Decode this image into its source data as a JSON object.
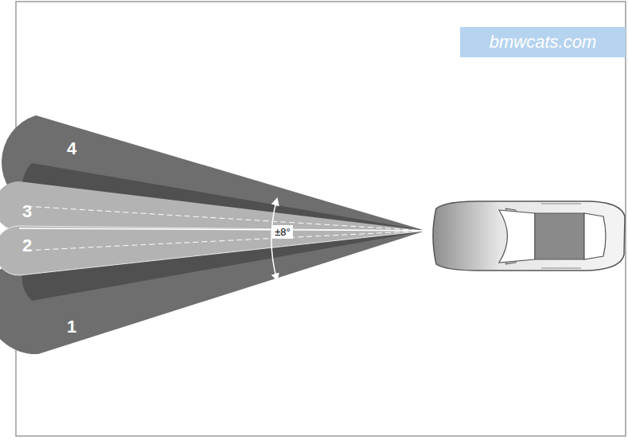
{
  "diagram": {
    "labels": [
      "bmwcats.com",
      "4",
      "3",
      "2",
      "1",
      "±8°"
    ]
  }
}
